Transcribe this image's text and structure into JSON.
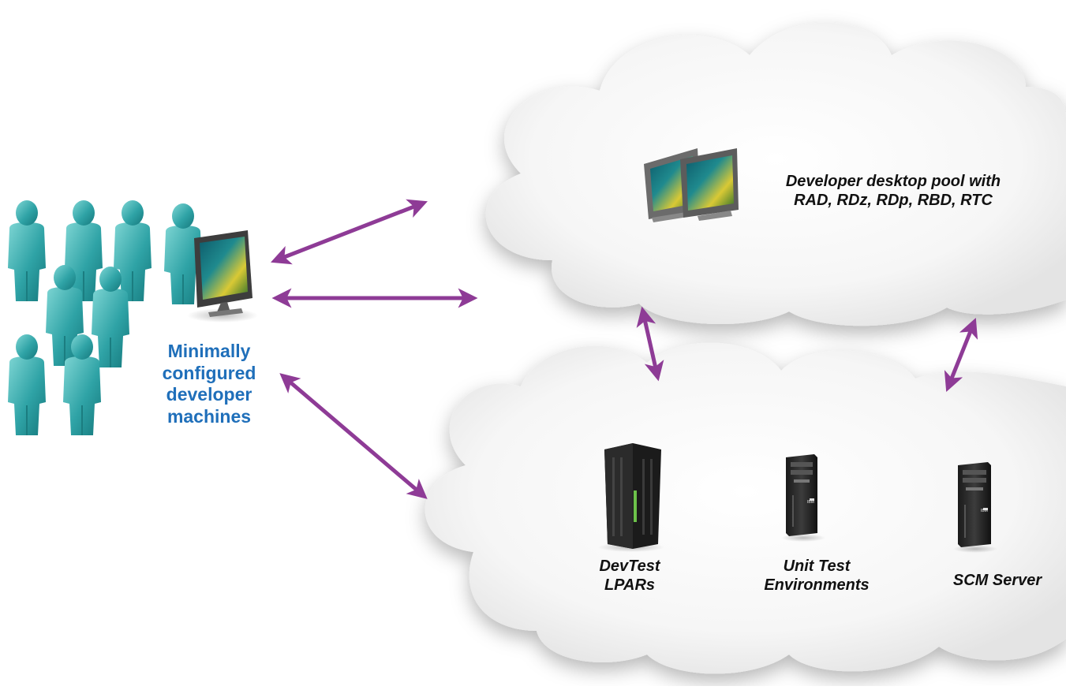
{
  "developers": {
    "label_lines": [
      "Minimally",
      "configured",
      "developer",
      "machines"
    ]
  },
  "upper_cloud": {
    "label_lines": [
      "Developer desktop pool with",
      "RAD, RDz, RDp, RBD, RTC"
    ]
  },
  "lower_cloud": {
    "items": [
      {
        "label_lines": [
          "DevTest",
          "LPARs"
        ]
      },
      {
        "label_lines": [
          "Unit Test",
          "Environments"
        ]
      },
      {
        "label_lines": [
          "SCM Server"
        ]
      }
    ]
  },
  "server_badge": "IBM",
  "colors": {
    "arrow": "#8e3b96",
    "people": "#2fa3a6",
    "dev_label": "#1f6fba",
    "cloud_label": "#111111",
    "mainframe_accent": "#6cc24a"
  }
}
